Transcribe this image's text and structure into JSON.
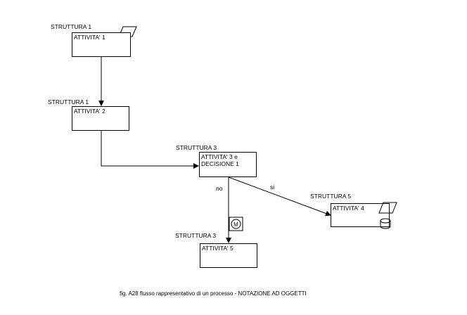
{
  "nodes": [
    {
      "id": "n1",
      "structure": "STRUTTURA 1",
      "lines": [
        "ATTIVITA' 1"
      ]
    },
    {
      "id": "n2",
      "structure": "STRUTTURA 1",
      "lines": [
        "ATTIVITA' 2"
      ]
    },
    {
      "id": "n3",
      "structure": "STRUTTURA 3",
      "lines": [
        "ATTIVITA' 3 e",
        "DECISIONE 1"
      ]
    },
    {
      "id": "n4",
      "structure": "STRUTTURA 5",
      "lines": [
        "ATTIVITA' 4"
      ]
    },
    {
      "id": "n5",
      "structure": "STRUTTURA 3",
      "lines": [
        "ATTIVITA' 5"
      ]
    }
  ],
  "edges": {
    "no_label": "no",
    "si_label": "si"
  },
  "symbols": {
    "m_label": "M",
    "document_icon": "parallelogram-document-icon",
    "database_icon": "cylinder-database-icon"
  },
  "caption": "fig. A28 flusso rappresentativo di un processo - NOTAZIONE AD OGGETTI"
}
